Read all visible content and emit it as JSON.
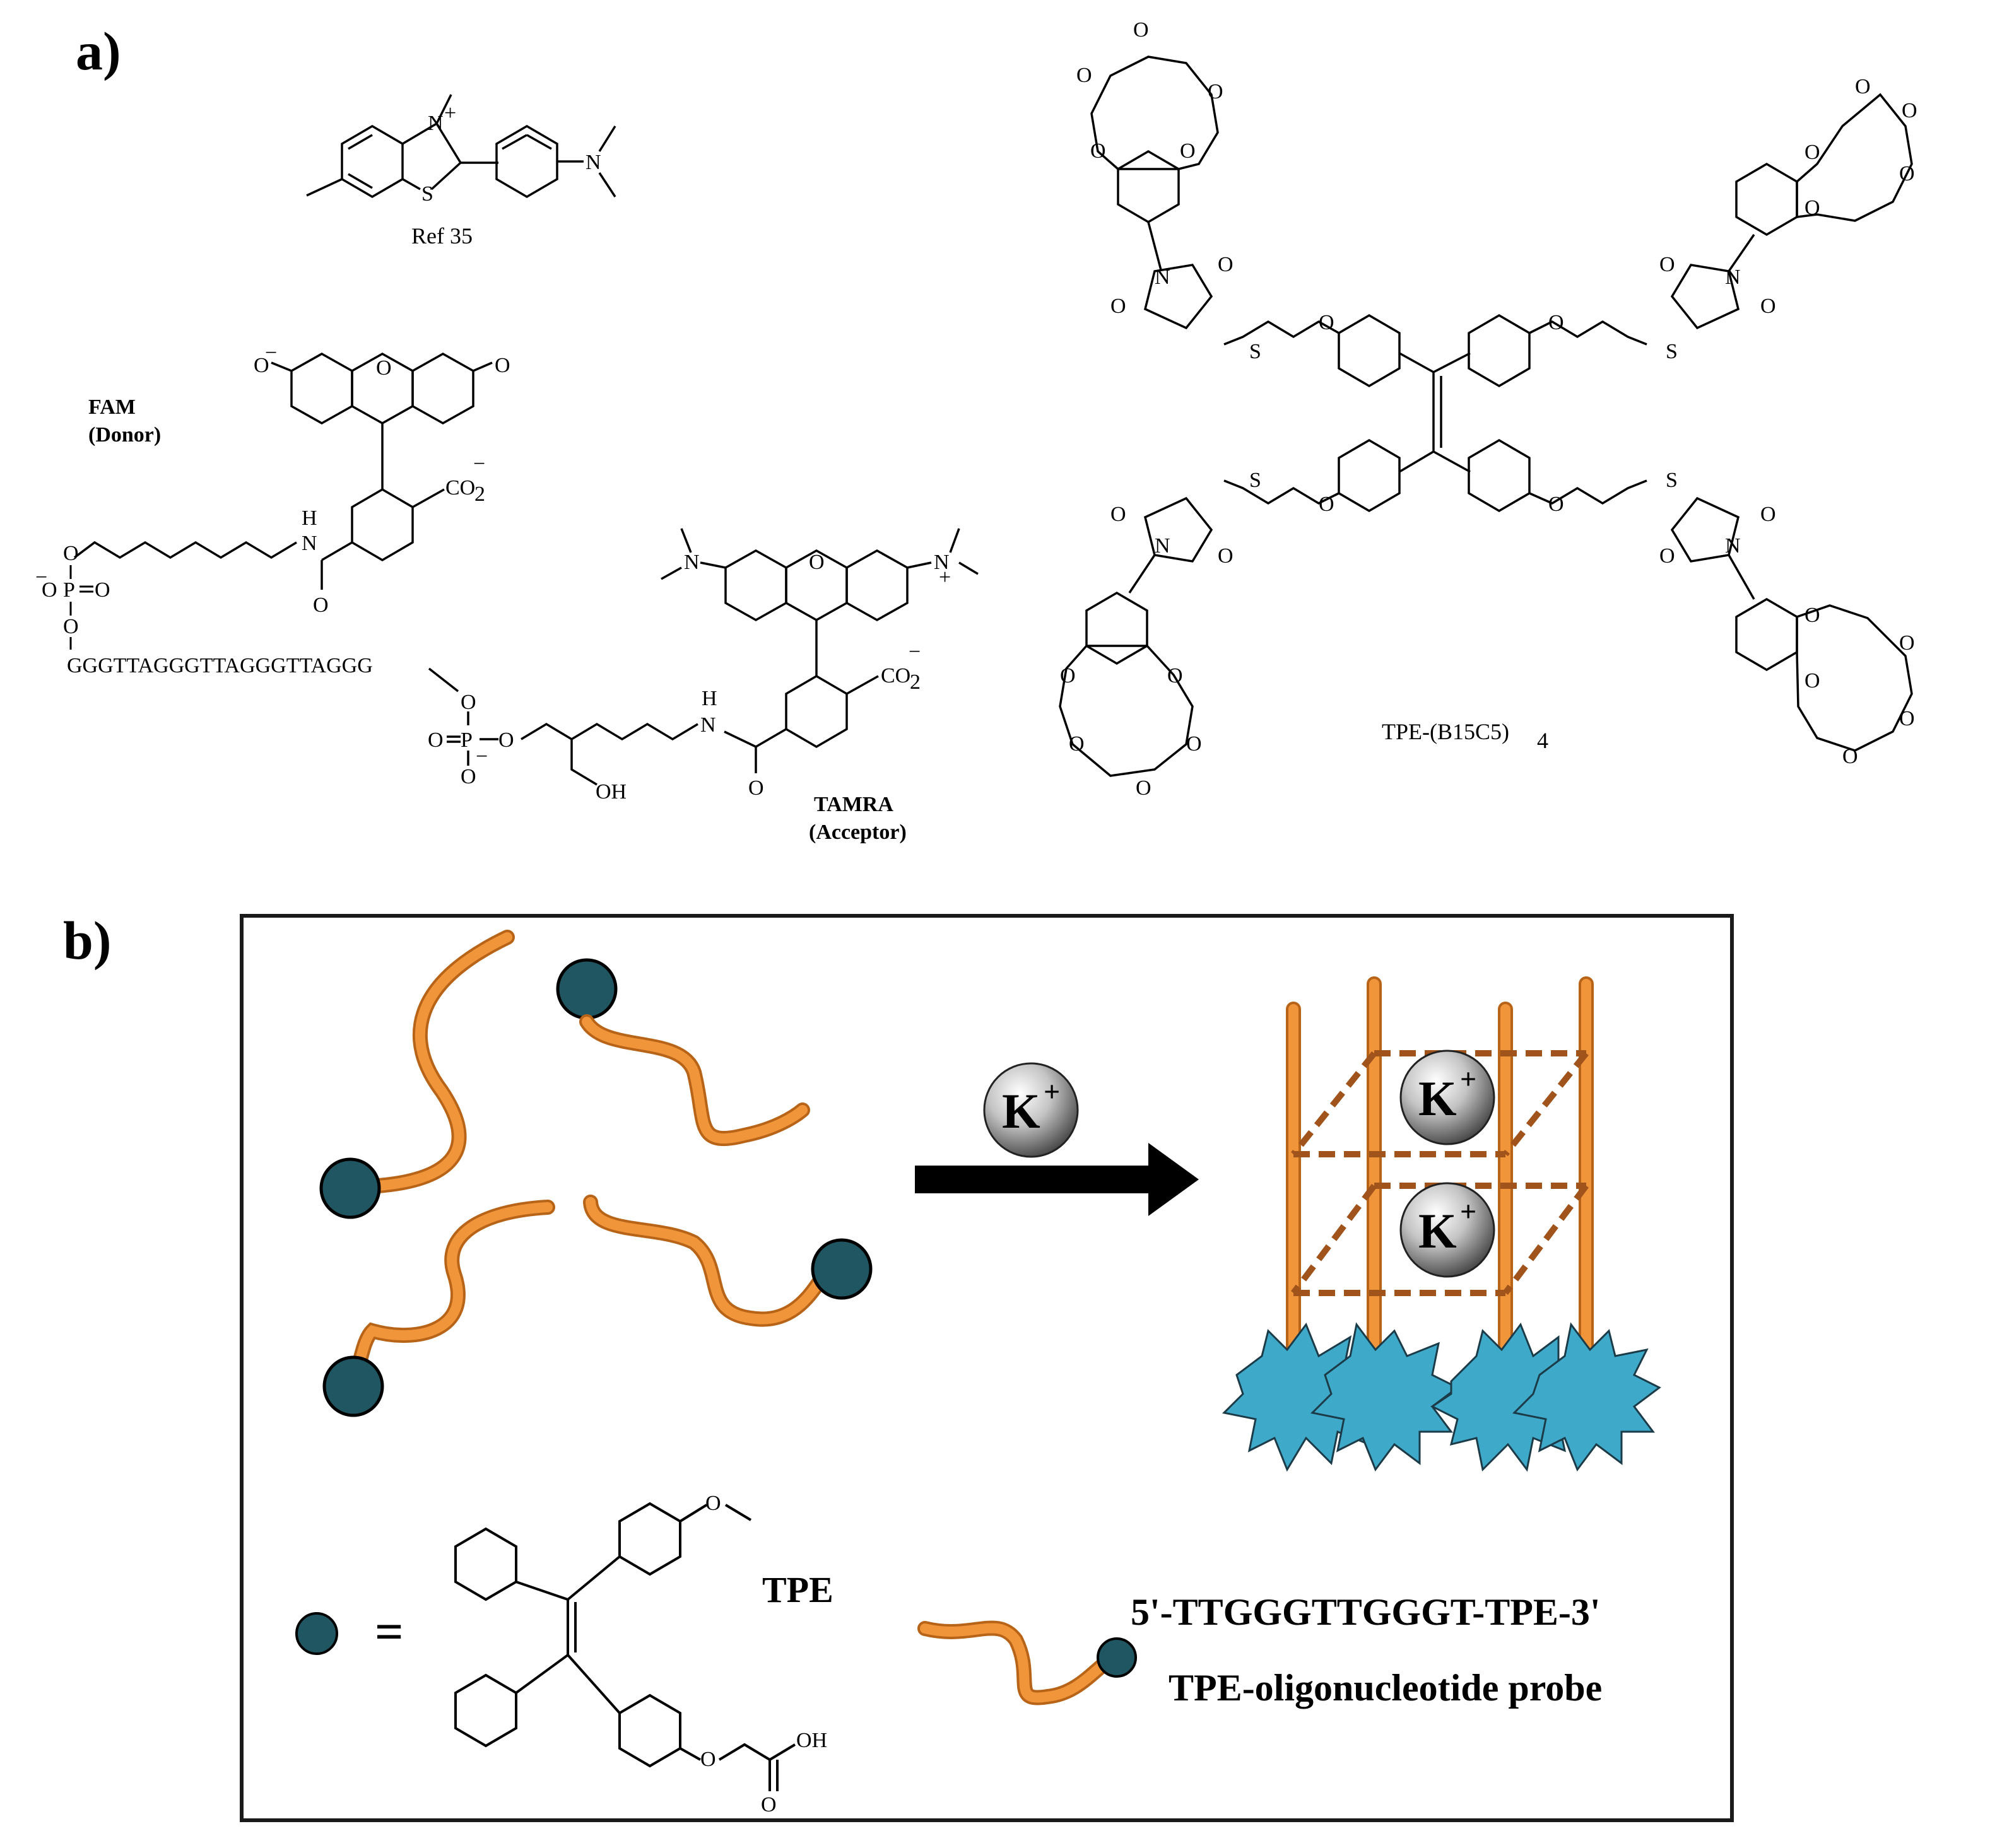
{
  "panel_a": {
    "label": "a)",
    "ref_label": "Ref 35",
    "fam_label": "FAM",
    "fam_role": "(Donor)",
    "tamra_label": "TAMRA",
    "tamra_role": "(Acceptor)",
    "sequence": "GGGTTAGGGTTAGGGTTAGGG",
    "tpe_b15c5_label": "TPE-(B15C5)",
    "tpe_b15c5_subscript": "4",
    "atoms": {
      "oxygen": "O",
      "sulfur": "S",
      "nitrogen": "N",
      "phosphorus": "P",
      "hydroxyl": "OH",
      "nh": "H",
      "co2": "CO",
      "co2_sub": "2",
      "minus": "−",
      "plus": "+"
    }
  },
  "panel_b": {
    "label": "b)",
    "ion": "K",
    "ion_charge": "+",
    "legend_equals": "=",
    "tpe_label": "TPE",
    "probe_sequence": "5'-TTGGGTTGGGT-TPE-3'",
    "probe_name": "TPE-oligonucleotide probe",
    "oh_label": "OH"
  },
  "colors": {
    "strand": "#f0953a",
    "strand_edge": "#b86418",
    "tpe_bead": "#1f5662",
    "aggregate": "#3fa9c9",
    "arrow": "#000000",
    "frame": "#1a1a1a"
  }
}
